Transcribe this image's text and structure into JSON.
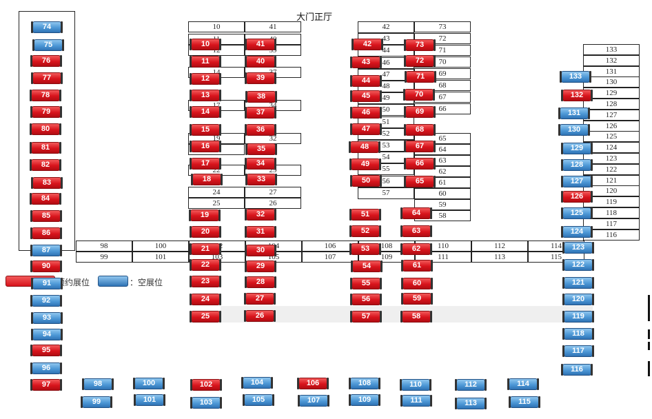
{
  "hall_title": "大门正厅",
  "legend": {
    "booked_label": "已预约展位",
    "empty_label": "：空展位"
  },
  "grid_labels": {
    "left_col": [
      "74",
      "76",
      "79",
      "85",
      "87",
      "96"
    ],
    "c1_l": [
      "10",
      "11",
      "12",
      "14",
      "17",
      "19",
      "20",
      "22",
      "24",
      "25"
    ],
    "c1_r": [
      "41",
      "40",
      "39",
      "37",
      "34",
      "32",
      "29",
      "27",
      "26"
    ],
    "c2_l": [
      "42",
      "43",
      "44",
      "46",
      "47",
      "48",
      "49",
      "50",
      "51",
      "52",
      "53",
      "54",
      "55",
      "56",
      "57"
    ],
    "c2_r": [
      "73",
      "72",
      "71",
      "70",
      "69",
      "68",
      "67",
      "66",
      "65",
      "64",
      "63",
      "62",
      "61",
      "60",
      "59",
      "58"
    ],
    "right_col": [
      "133",
      "132",
      "131",
      "130",
      "129",
      "128",
      "127",
      "126",
      "125",
      "124",
      "123",
      "122",
      "121",
      "120",
      "119",
      "118",
      "117",
      "116"
    ],
    "bottom_top": [
      "98",
      "100",
      "102",
      "104",
      "106",
      "108",
      "110",
      "112",
      "114"
    ],
    "bottom_bottom": [
      "99",
      "101",
      "103",
      "105",
      "107",
      "109",
      "111",
      "113",
      "115"
    ]
  },
  "booths": {
    "booked": [
      "76",
      "77",
      "78",
      "79",
      "80",
      "81",
      "82",
      "83",
      "84",
      "85",
      "86",
      "90",
      "95",
      "97",
      "10",
      "11",
      "12",
      "13",
      "14",
      "15",
      "16",
      "17",
      "18",
      "19",
      "20",
      "21",
      "22",
      "23",
      "24",
      "25",
      "41",
      "40",
      "39",
      "38",
      "37",
      "36",
      "35",
      "34",
      "33",
      "32",
      "31",
      "30",
      "29",
      "28",
      "27",
      "26",
      "42",
      "43",
      "44",
      "45",
      "46",
      "47",
      "48",
      "49",
      "50",
      "51",
      "52",
      "53",
      "54",
      "55",
      "56",
      "57",
      "73",
      "72",
      "71",
      "70",
      "69",
      "68",
      "67",
      "66",
      "65",
      "64",
      "63",
      "62",
      "61",
      "60",
      "59",
      "58",
      "132",
      "126",
      "102",
      "106"
    ],
    "empty": [
      "74",
      "75",
      "87",
      "91",
      "92",
      "93",
      "94",
      "96",
      "133",
      "131",
      "130",
      "129",
      "128",
      "127",
      "125",
      "124",
      "123",
      "122",
      "121",
      "120",
      "119",
      "118",
      "117",
      "116",
      "98",
      "99",
      "100",
      "101",
      "103",
      "104",
      "105",
      "107",
      "108",
      "109",
      "110",
      "111",
      "112",
      "113",
      "114",
      "115"
    ]
  }
}
